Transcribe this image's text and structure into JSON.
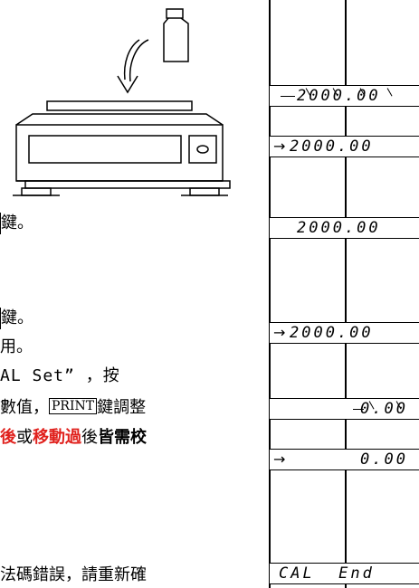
{
  "illustration": {
    "weight_icon": "weight-icon",
    "place_arrow_icon": "curved-down-arrow-icon",
    "scale_icon": "balance-scale-icon"
  },
  "text_lines": {
    "line1": "鍵。",
    "line2": "鍵。",
    "line3": "用。",
    "line4": "AL Set” ，按",
    "line5_pre": "數值，",
    "line5_key": "PRINT",
    "line5_post": "鍵調整",
    "line6_a": "後",
    "line6_b": "或",
    "line6_c": "移動過",
    "line6_d": "後",
    "line6_e": "皆需校",
    "line7": "法碼錯誤，請重新確"
  },
  "displays": [
    {
      "arrow": "",
      "value": "2000.00",
      "flashing": true
    },
    {
      "arrow": "→",
      "value": "2000.00",
      "flashing": false
    },
    {
      "arrow": "",
      "value": "2000.00",
      "flashing": false
    },
    {
      "arrow": "→",
      "value": "2000.00",
      "flashing": false
    },
    {
      "arrow": "",
      "value": "0.00",
      "flashing": true
    },
    {
      "arrow": "→",
      "value": "0.00",
      "flashing": false
    },
    {
      "arrow": "",
      "value": "CAL  End",
      "flashing": false
    }
  ],
  "colors": {
    "accent_red": "#e0201c"
  }
}
